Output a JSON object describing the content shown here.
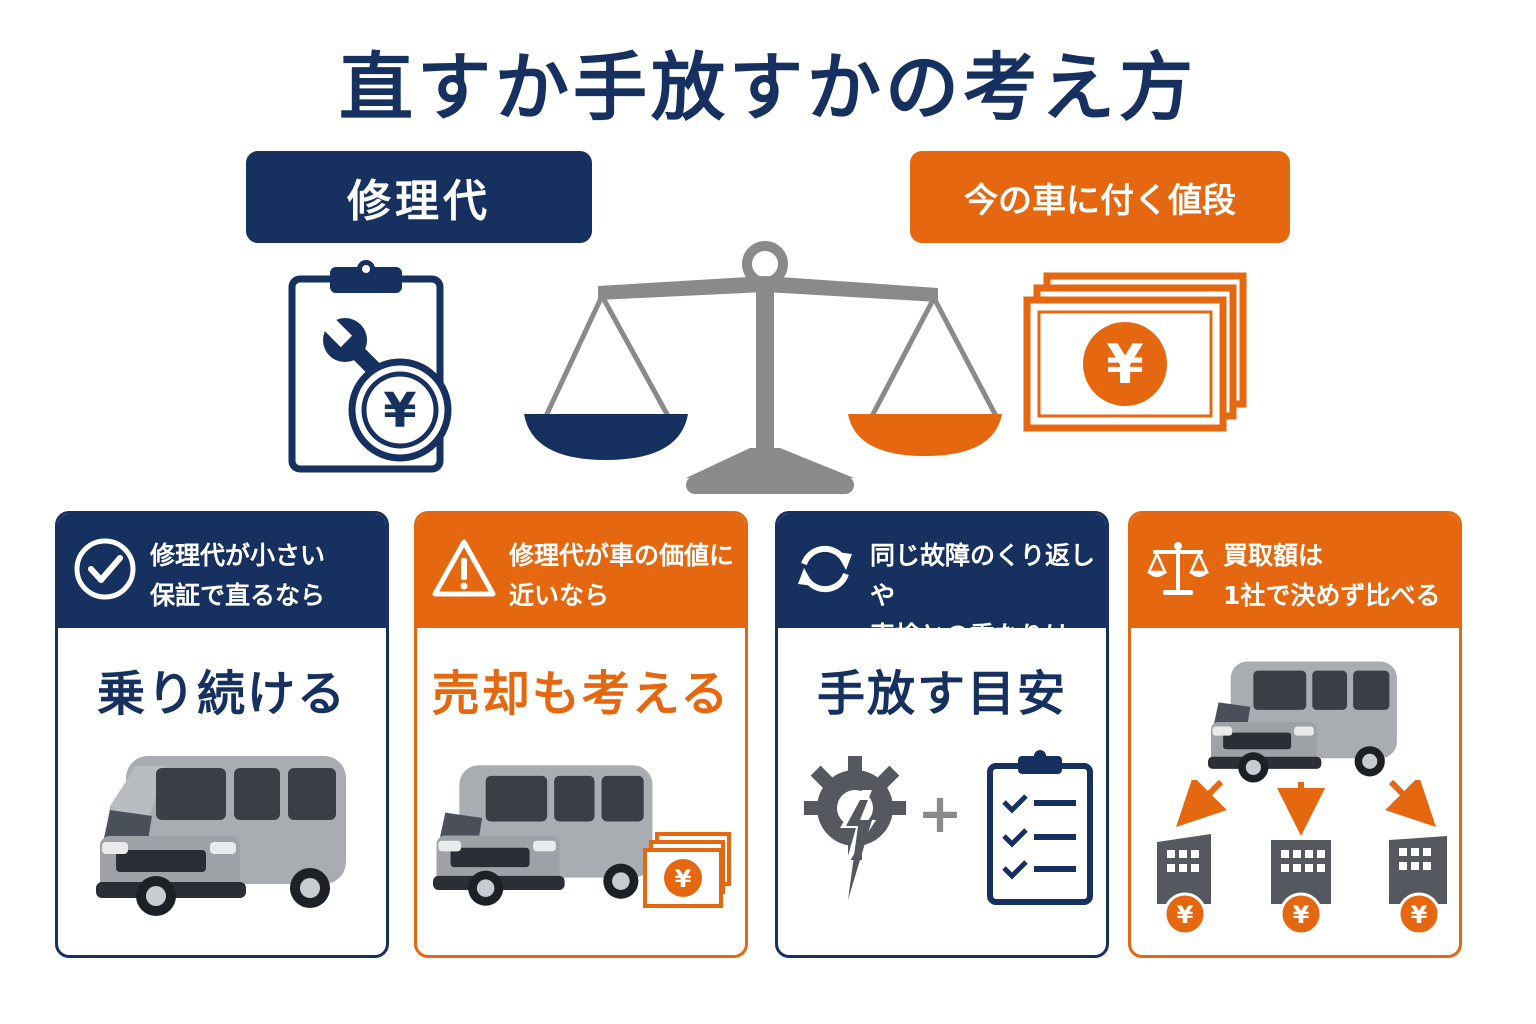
{
  "title": "直すか手放すかの考え方",
  "balance": {
    "left_label": "修理代",
    "right_label": "今の車に付く値段"
  },
  "yen_symbol": "¥",
  "plus_symbol": "+",
  "cards": [
    {
      "header": "修理代が小さい\n保証で直るなら",
      "result": "乗り続ける",
      "icon": "check-circle-icon"
    },
    {
      "header": "修理代が車の価値に\n近いなら",
      "result": "売却も考える",
      "icon": "warning-icon"
    },
    {
      "header": "同じ故障のくり返しや\n車検との重なりは",
      "result": "手放す目安",
      "icon": "refresh-icon"
    },
    {
      "header": "買取額は\n1社で決めず比べる",
      "result": "",
      "icon": "scale-icon"
    }
  ],
  "colors": {
    "navy": "#16305f",
    "orange": "#e56710",
    "gray": "#8a8a8a"
  }
}
